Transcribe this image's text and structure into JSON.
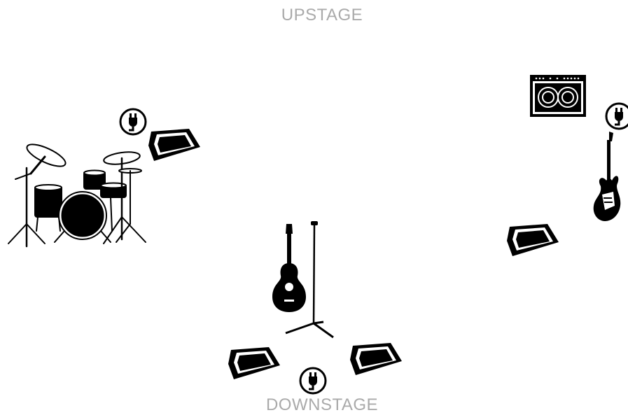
{
  "stage": {
    "upstage_label": "UPSTAGE",
    "downstage_label": "DOWNSTAGE",
    "label_color": "#aaaaaa",
    "icon_color": "#000000"
  },
  "items": [
    {
      "name": "drum-kit-icon",
      "icon": "drum-kit"
    },
    {
      "name": "power-outlet-icon-drums",
      "icon": "power-plug"
    },
    {
      "name": "wedge-monitor-icon-drums",
      "icon": "wedge-monitor"
    },
    {
      "name": "guitar-amp-icon",
      "icon": "guitar-amplifier"
    },
    {
      "name": "power-outlet-icon-right",
      "icon": "power-plug"
    },
    {
      "name": "electric-guitar-icon",
      "icon": "electric-guitar"
    },
    {
      "name": "wedge-monitor-icon-right",
      "icon": "wedge-monitor"
    },
    {
      "name": "acoustic-guitar-icon",
      "icon": "acoustic-guitar"
    },
    {
      "name": "mic-stand-icon",
      "icon": "microphone-stand"
    },
    {
      "name": "wedge-monitor-icon-front-left",
      "icon": "wedge-monitor"
    },
    {
      "name": "wedge-monitor-icon-front-right",
      "icon": "wedge-monitor"
    },
    {
      "name": "power-outlet-icon-front",
      "icon": "power-plug"
    }
  ]
}
